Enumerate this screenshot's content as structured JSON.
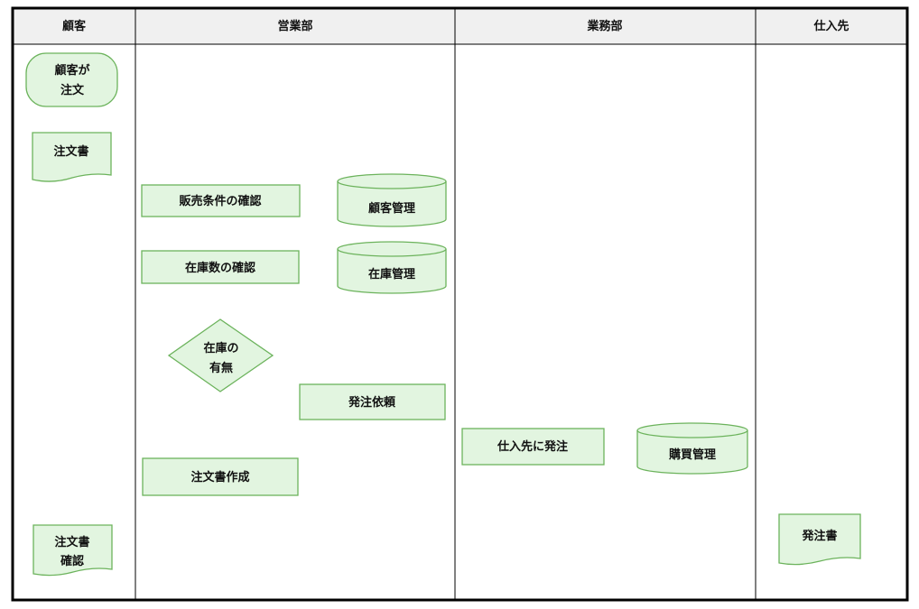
{
  "lanes": {
    "customer": "顧客",
    "sales": "営業部",
    "operations": "業務部",
    "supplier": "仕入先"
  },
  "nodes": {
    "customer_order": [
      "顧客が",
      "注文"
    ],
    "order_form": "注文書",
    "order_form_confirm": [
      "注文書",
      "確認"
    ],
    "check_sales_terms": "販売条件の確認",
    "customer_management": "顧客管理",
    "check_stock_count": "在庫数の確認",
    "inventory_management": "在庫管理",
    "stock_availability": [
      "在庫の",
      "有無"
    ],
    "order_request": "発注依頼",
    "create_order_form": "注文書作成",
    "order_to_supplier": "仕入先に発注",
    "purchase_management": "購買管理",
    "purchase_order": "発注書"
  },
  "colors": {
    "shape_fill": "#e2f5e0",
    "shape_stroke": "#6cb35c",
    "header_fill": "#f0f0f0",
    "frame": "#000000"
  }
}
